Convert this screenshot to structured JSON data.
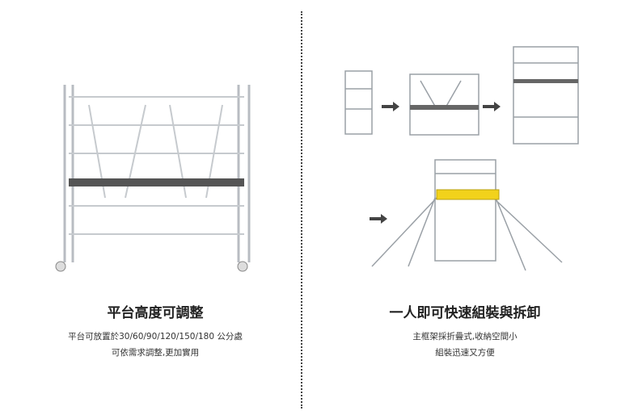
{
  "left": {
    "title": "平台高度可調整",
    "desc_line1": "平台可放置於30/60/90/120/150/180 公分處",
    "desc_line2": "可依需求調整,更加實用"
  },
  "right": {
    "title": "一人即可快速組裝與拆卸",
    "desc_line1": "主框架採折疊式,收納空間小",
    "desc_line2": "組裝迅速又方便"
  },
  "colors": {
    "platform_yellow": "#f2d21b",
    "frame": "#b8bcc2",
    "text": "#222222"
  }
}
